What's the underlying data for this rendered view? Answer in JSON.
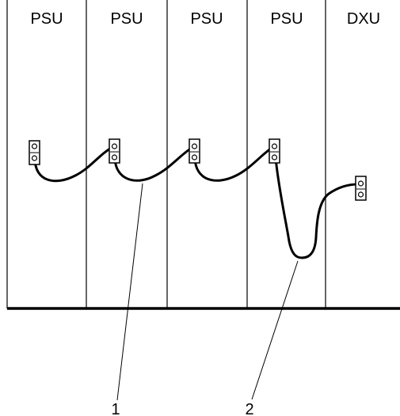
{
  "units": [
    {
      "label": "PSU"
    },
    {
      "label": "PSU"
    },
    {
      "label": "PSU"
    },
    {
      "label": "PSU"
    },
    {
      "label": "DXU"
    }
  ],
  "callouts": [
    {
      "label": "1"
    },
    {
      "label": "2"
    }
  ]
}
